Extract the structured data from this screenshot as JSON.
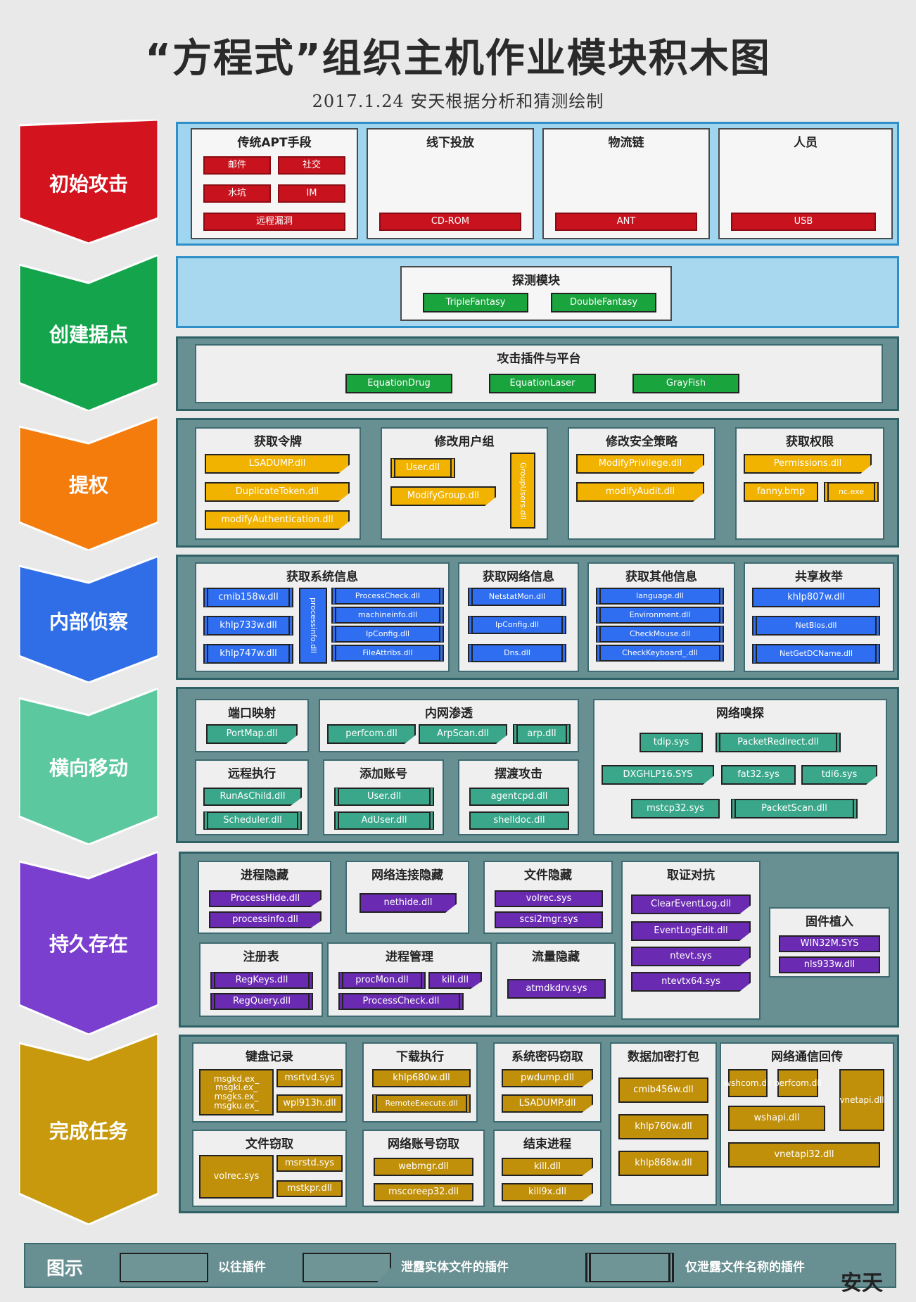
{
  "title": "“方程式”组织主机作业模块积木图",
  "subtitle": "2017.1.24 安天根据分析和猜测绘制",
  "stages": [
    "初始攻击",
    "创建据点",
    "提权",
    "内部侦察",
    "横向移动",
    "持久存在",
    "完成任务"
  ],
  "colors": {
    "red": "#d3141f",
    "green": "#14a54c",
    "orange": "#f47c0c",
    "blue": "#2f6ee6",
    "teal": "#5cc89f",
    "purple": "#7b3fcf",
    "gold": "#c8990c"
  },
  "initial": {
    "apt": "传统APT手段",
    "apt_items": [
      "邮件",
      "社交",
      "水坑",
      "IM",
      "远程漏洞"
    ],
    "offline": "线下投放",
    "offline_item": "CD-ROM",
    "logistics": "物流链",
    "logistics_item": "ANT",
    "people": "人员",
    "people_item": "USB"
  },
  "foothold": {
    "detect": "探测模块",
    "detect_items": [
      "TripleFantasy",
      "DoubleFantasy"
    ],
    "platform": "攻击插件与平台",
    "platform_items": [
      "EquationDrug",
      "EquationLaser",
      "GrayFish"
    ]
  },
  "priv": {
    "token": "获取令牌",
    "token_items": [
      "LSADUMP.dll",
      "DuplicateToken.dll",
      "modifyAuthentication.dll"
    ],
    "usergroup": "修改用户组",
    "usergroup_items": [
      "User.dll",
      "ModifyGroup.dll",
      "GroupUsers.dll"
    ],
    "policy": "修改安全策略",
    "policy_items": [
      "ModifyPrivilege.dll",
      "modifyAudit.dll"
    ],
    "perm": "获取权限",
    "perm_items": [
      "Permissions.dll",
      "fanny.bmp",
      "nc.exe"
    ]
  },
  "recon": {
    "sys": "获取系统信息",
    "sys_items": [
      "cmib158w.dll",
      "khlp733w.dll",
      "khlp747w.dll",
      "processinfo.dll",
      "ProcessCheck.dll",
      "machineinfo.dll",
      "IpConfig.dll",
      "FileAttribs.dll"
    ],
    "net": "获取网络信息",
    "net_items": [
      "NetstatMon.dll",
      "IpConfig.dll",
      "Dns.dll"
    ],
    "other": "获取其他信息",
    "other_items": [
      "language.dll",
      "Environment.dll",
      "CheckMouse.dll",
      "CheckKeyboard_.dll"
    ],
    "share": "共享枚举",
    "share_items": [
      "khlp807w.dll",
      "NetBios.dll",
      "NetGetDCName.dll"
    ]
  },
  "lateral": {
    "portmap": "端口映射",
    "portmap_items": [
      "PortMap.dll"
    ],
    "intranet": "内网渗透",
    "intranet_items": [
      "perfcom.dll",
      "ArpScan.dll",
      "arp.dll"
    ],
    "sniff": "网络嗅探",
    "sniff_items": [
      "tdip.sys",
      "PacketRedirect.dll",
      "DXGHLP16.SYS",
      "fat32.sys",
      "tdi6.sys",
      "mstcp32.sys",
      "PacketScan.dll"
    ],
    "remote": "远程执行",
    "remote_items": [
      "RunAsChild.dll",
      "Scheduler.dll"
    ],
    "account": "添加账号",
    "account_items": [
      "User.dll",
      "AdUser.dll"
    ],
    "ferry": "摆渡攻击",
    "ferry_items": [
      "agentcpd.dll",
      "shelldoc.dll"
    ]
  },
  "persist": {
    "prochide": "进程隐藏",
    "prochide_items": [
      "ProcessHide.dll",
      "processinfo.dll"
    ],
    "nethide": "网络连接隐藏",
    "nethide_items": [
      "nethide.dll"
    ],
    "filehide": "文件隐藏",
    "filehide_items": [
      "volrec.sys",
      "scsi2mgr.sys"
    ],
    "forensic": "取证对抗",
    "forensic_items": [
      "ClearEventLog.dll",
      "EventLogEdit.dll",
      "ntevt.sys",
      "ntevtx64.sys"
    ],
    "firmware": "固件植入",
    "firmware_items": [
      "WIN32M.SYS",
      "nls933w.dll"
    ],
    "registry": "注册表",
    "registry_items": [
      "RegKeys.dll",
      "RegQuery.dll"
    ],
    "procmgr": "进程管理",
    "procmgr_items": [
      "procMon.dll",
      "kill.dll",
      "ProcessCheck.dll"
    ],
    "traffic": "流量隐藏",
    "traffic_items": [
      "atmdkdrv.sys"
    ]
  },
  "mission": {
    "keylog": "键盘记录",
    "keylog_items": [
      "msgkd.ex_ msgki.ex_ msgks.ex_ msgku.ex_",
      "msrtvd.sys",
      "wpl913h.dll"
    ],
    "download": "下载执行",
    "download_items": [
      "khlp680w.dll",
      "RemoteExecute.dll"
    ],
    "pwd": "系统密码窃取",
    "pwd_items": [
      "pwdump.dll",
      "LSADUMP.dll"
    ],
    "pack": "数据加密打包",
    "pack_items": [
      "cmib456w.dll",
      "khlp760w.dll",
      "khlp868w.dll"
    ],
    "netback": "网络通信回传",
    "netback_items": [
      "wshcom.dll",
      "perfcom.dll",
      "vnetapi.dll",
      "wshapi.dll",
      "vnetapi32.dll"
    ],
    "filesteal": "文件窃取",
    "filesteal_items": [
      "volrec.sys",
      "msrstd.sys",
      "mstkpr.dll"
    ],
    "netacct": "网络账号窃取",
    "netacct_items": [
      "webmgr.dll",
      "mscoreep32.dll"
    ],
    "endproc": "结束进程",
    "endproc_items": [
      "kill.dll",
      "kill9x.dll"
    ]
  },
  "legend": {
    "title": "图示",
    "a": "以往插件",
    "b": "泄露实体文件的插件",
    "c": "仅泄露文件名称的插件"
  },
  "logo": "安天"
}
